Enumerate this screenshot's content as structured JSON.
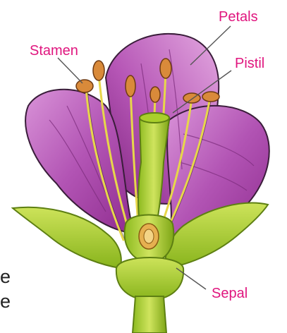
{
  "labels": {
    "petals": "Petals",
    "stamen": "Stamen",
    "pistil": "Pistil",
    "sepal": "Sepal"
  },
  "fragments": {
    "line1": "e",
    "line2": "e"
  },
  "colors": {
    "label_text": "#e0157e",
    "petal_dark": "#8f2d8f",
    "petal_mid": "#b254b4",
    "petal_light": "#d993d8",
    "sepal_green": "#a8cf2a",
    "sepal_light": "#cde35a",
    "sepal_dark": "#6d9615",
    "filament": "#e7d74a",
    "anther": "#d98a3a",
    "outline": "#3a1d3a"
  }
}
